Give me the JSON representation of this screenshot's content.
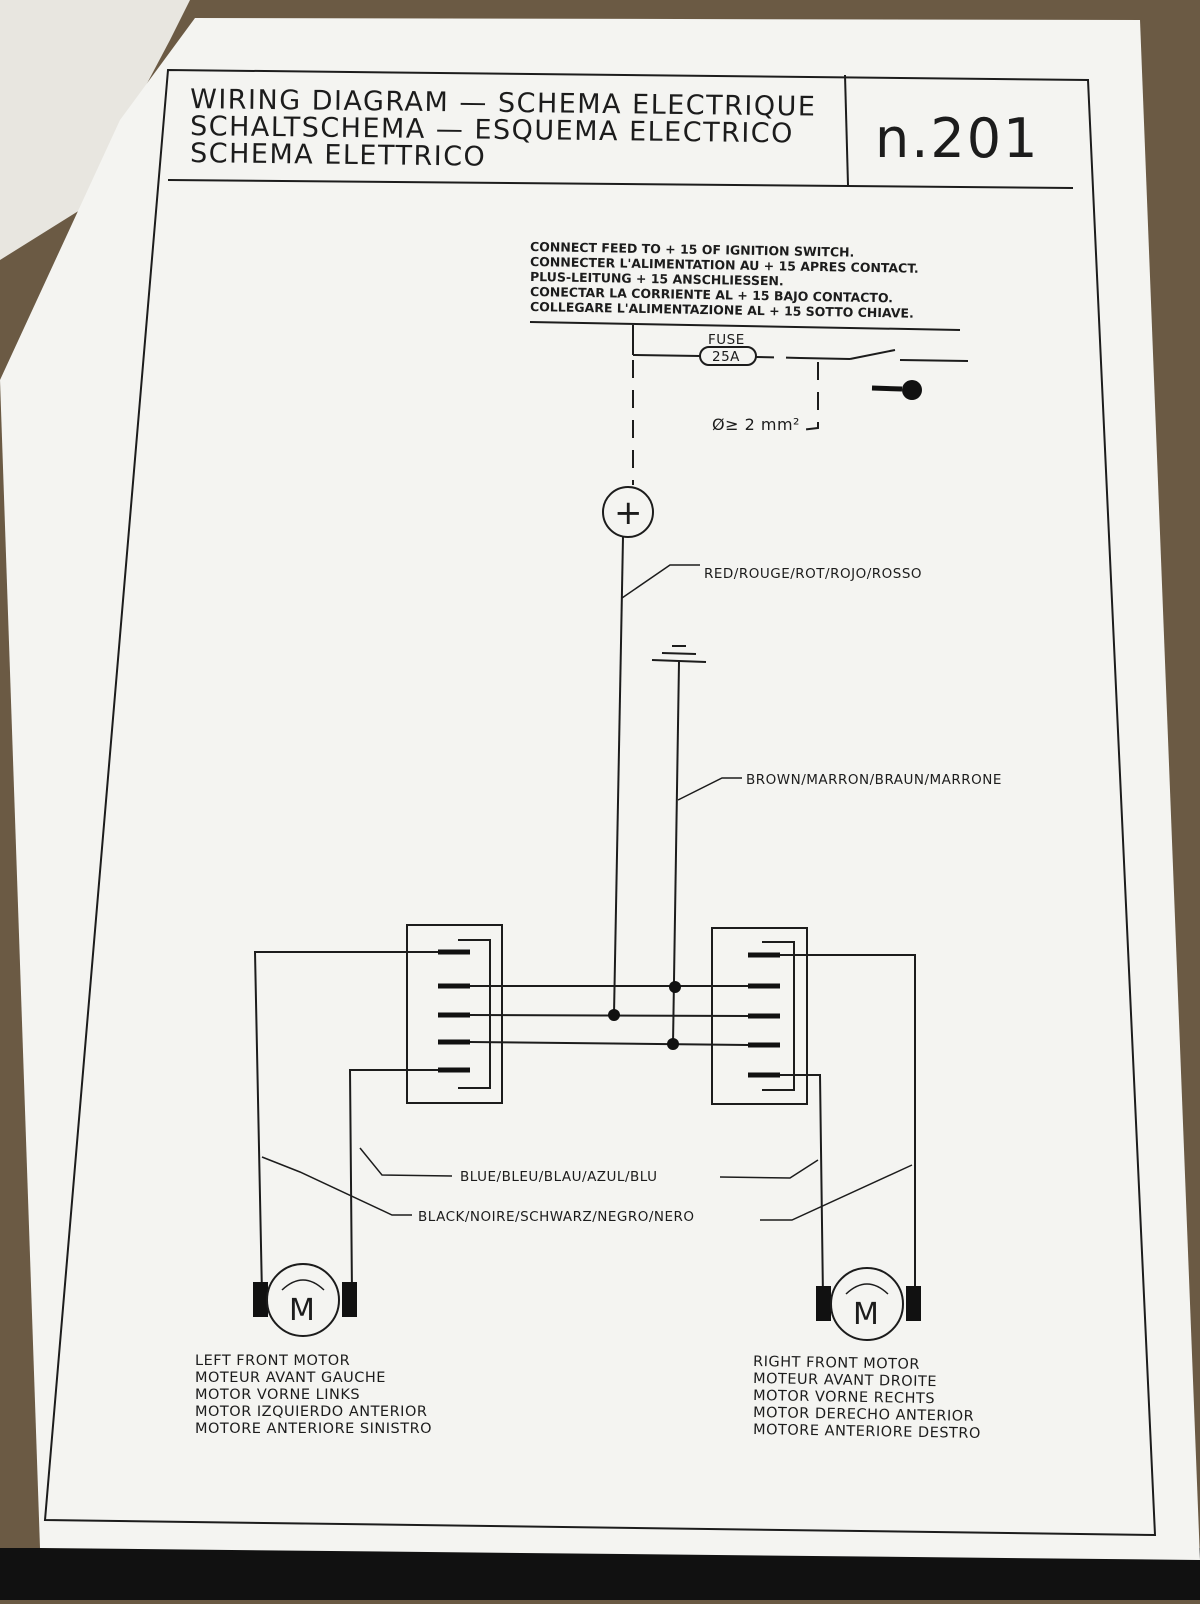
{
  "title_lines": [
    "WIRING DIAGRAM — SCHEMA ELECTRIQUE",
    "SCHALTSCHEMA — ESQUEMA ELECTRICO",
    "SCHEMA ELETTRICO"
  ],
  "diagram_number": "n.201",
  "feed_notes": [
    "CONNECT FEED TO + 15 OF IGNITION SWITCH.",
    "CONNECTER L'ALIMENTATION AU + 15 APRES CONTACT.",
    "PLUS-LEITUNG + 15 ANSCHLIESSEN.",
    "CONECTAR LA CORRIENTE AL + 15 BAJO CONTACTO.",
    "COLLEGARE L'ALIMENTAZIONE AL + 15 SOTTO CHIAVE."
  ],
  "fuse": {
    "label": "FUSE",
    "rating": "25A"
  },
  "wire_gauge": "Ø≥ 2 mm²",
  "positive_symbol": "+",
  "wires": {
    "red": "RED/ROUGE/ROT/ROJO/ROSSO",
    "brown": "BROWN/MARRON/BRAUN/MARRONE",
    "blue": "BLUE/BLEU/BLAU/AZUL/BLU",
    "black": "BLACK/NOIRE/SCHWARZ/NEGRO/NERO"
  },
  "motor_symbol": "M",
  "left_motor_lines": [
    "LEFT FRONT MOTOR",
    "MOTEUR AVANT GAUCHE",
    "MOTOR VORNE LINKS",
    "MOTOR IZQUIERDO ANTERIOR",
    "MOTORE ANTERIORE SINISTRO"
  ],
  "right_motor_lines": [
    "RIGHT FRONT MOTOR",
    "MOTEUR AVANT DROITE",
    "MOTOR VORNE RECHTS",
    "MOTOR DERECHO ANTERIOR",
    "MOTORE ANTERIORE DESTRO"
  ],
  "colors": {
    "paper": "#f4f4f1",
    "ink": "#1c1c1c",
    "background": "#6b5a44"
  }
}
